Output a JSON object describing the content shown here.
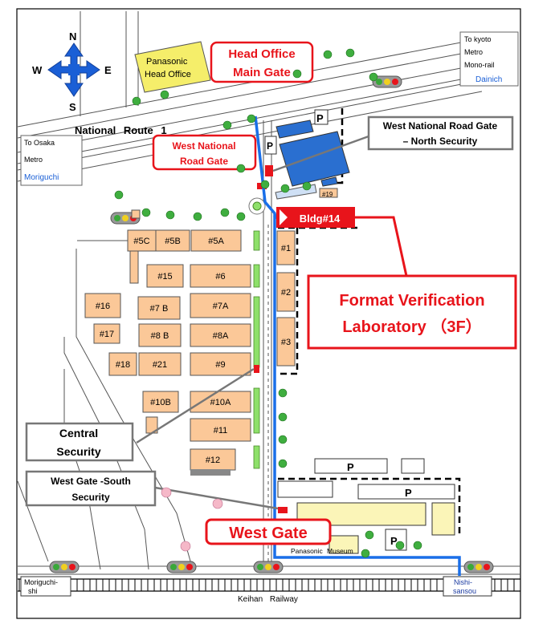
{
  "compass": {
    "n": "N",
    "s": "S",
    "e": "E",
    "w": "W"
  },
  "head_office": {
    "line1": "Panasonic",
    "line2": "Head Office"
  },
  "labels": {
    "main_gate_1": "Head Office",
    "main_gate_2": "Main Gate",
    "west_national_1": "West National",
    "west_national_2": "Road Gate",
    "north_security_1": "West National Road Gate",
    "north_security_2": "– North Security",
    "bldg14": "Bldg#14",
    "lab_1": "Format Verification",
    "lab_2": "Laboratory （3F）",
    "central_1": "Central",
    "central_2": "Security",
    "south_security_1": "West Gate -South",
    "south_security_2": "Security",
    "west_gate": "West Gate",
    "national_route": "National Route 1",
    "keihan": "Keihan Railway",
    "museum": "Panasonic Museum",
    "parking": "P"
  },
  "stations": {
    "kyoto_1": "To kyoto",
    "kyoto_2": "Metro",
    "kyoto_3": "Mono-rail",
    "kyoto_4": "Dainich",
    "osaka_1": "To Osaka",
    "osaka_2": "Metro",
    "osaka_3": "Moriguchi",
    "moriguchi_1": "Moriguchi-",
    "moriguchi_2": "shi",
    "nishi_1": "Nishi-",
    "nishi_2": "sansou"
  },
  "buildings": {
    "b5c": "#5C",
    "b5b": "#5B",
    "b5a": "#5A",
    "b15": "#15",
    "b6": "#6",
    "b16": "#16",
    "b7b": "#7 B",
    "b7a": "#7A",
    "b17": "#17",
    "b8b": "#8 B",
    "b8a": "#8A",
    "b18": "#18",
    "b21": "#21",
    "b9": "#9",
    "b10b": "#10B",
    "b10a": "#10A",
    "b11": "#11",
    "b12": "#12",
    "b1": "#1",
    "b2": "#2",
    "b3": "#3",
    "b19": "#19"
  },
  "colors": {
    "red": "#e8141b",
    "route_blue": "#1a6fe8",
    "building": "#fbc898",
    "roof_blue": "#2a6fd0",
    "head_office": "#f5ee6a",
    "museum": "#fbf5b8",
    "green": "#8ee06a"
  }
}
